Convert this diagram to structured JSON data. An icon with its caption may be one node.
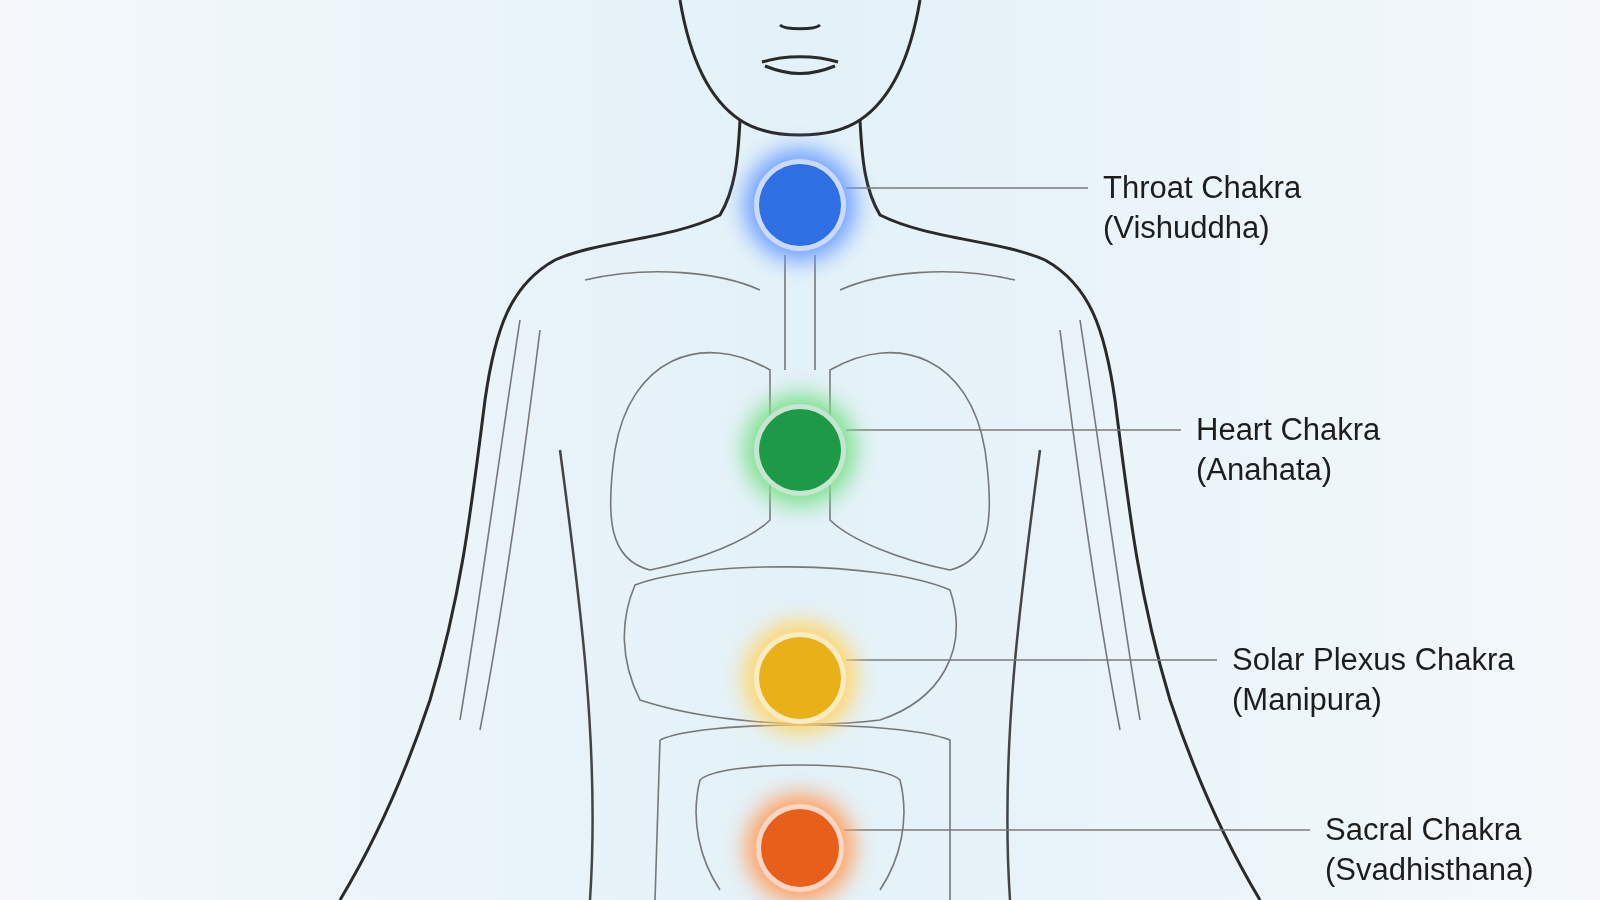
{
  "diagram": {
    "nodes": [
      {
        "text": [],
        "shape": "circle"
      },
      {
        "text": [
          "Throat Chakra (Vishuddha)"
        ]
      },
      {
        "text": [],
        "shape": "circle"
      },
      {
        "text": [
          "Heart Chakra (Anahata)"
        ]
      },
      {
        "text": [],
        "shape": "circle"
      },
      {
        "text": [
          "Solar Plexus Chakra (Manipura)"
        ]
      },
      {
        "text": [],
        "shape": "circle"
      },
      {
        "text": [
          "Sacral Chakra (Svadhisthana)"
        ]
      }
    ],
    "edges": [
      {
        "from": 1,
        "to": 0,
        "arrow": "none"
      },
      {
        "from": 3,
        "to": 2,
        "arrow": "none"
      },
      {
        "from": 5,
        "to": 4,
        "arrow": "none"
      },
      {
        "from": 7,
        "to": 6,
        "arrow": "none"
      }
    ]
  }
}
